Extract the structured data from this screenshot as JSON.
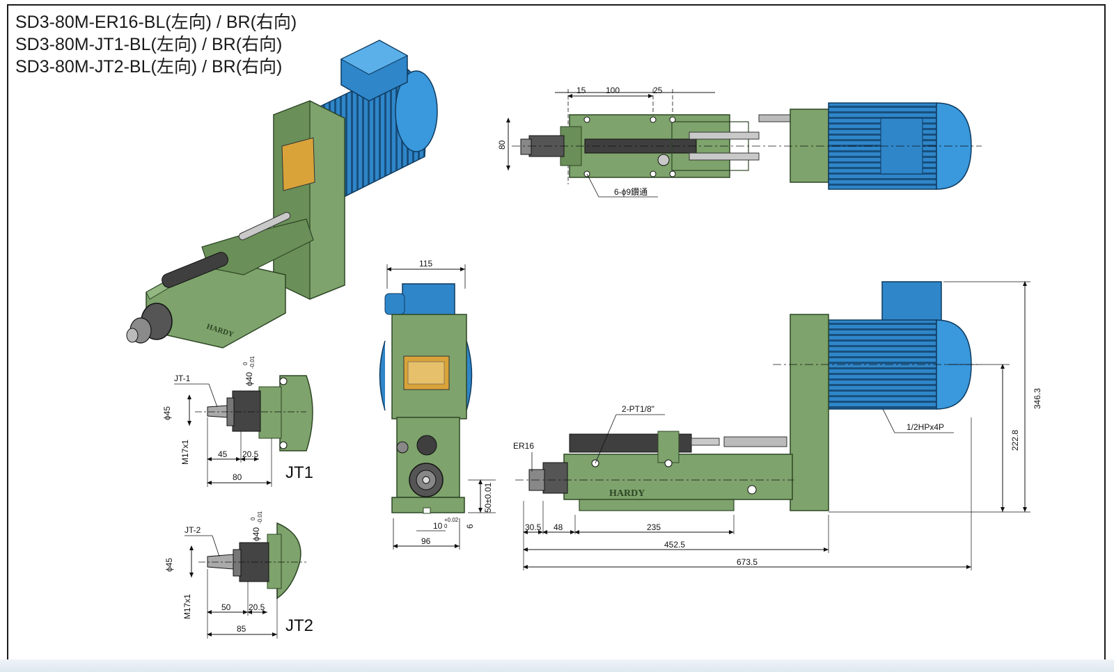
{
  "titles": [
    "SD3-80M-ER16-BL(左向) / BR(右向)",
    "SD3-80M-JT1-BL(左向) / BR(右向)",
    "SD3-80M-JT2-BL(左向) / BR(右向)"
  ],
  "brand": "HARDY",
  "top_view": {
    "dims": [
      "15",
      "100",
      "25",
      "80"
    ],
    "hole_note": "6-ϕ9鑽通"
  },
  "front_view": {
    "dims": [
      "115",
      "96",
      "10",
      "+0.02",
      "0",
      "6",
      "50±0.01"
    ]
  },
  "side_view": {
    "labels": [
      "2-PT1/8\"",
      "ER16",
      "1/2HPx4P"
    ],
    "dims": [
      "30.5",
      "48",
      "235",
      "452.5",
      "673.5",
      "222.8",
      "346.3"
    ]
  },
  "jt1": {
    "label": "JT1",
    "tag": "JT-1",
    "dims": [
      "ϕ45",
      "M17x1",
      "45",
      "20.5",
      "80"
    ],
    "bore": "ϕ40",
    "tol_upper": "0",
    "tol_lower": "-0.01"
  },
  "jt2": {
    "label": "JT2",
    "tag": "JT-2",
    "dims": [
      "ϕ45",
      "M17x1",
      "50",
      "20.5",
      "85"
    ],
    "bore": "ϕ40",
    "tol_upper": "0",
    "tol_lower": "-0.01"
  },
  "colors": {
    "body_green": "#7ea36c",
    "dark_green": "#4f7441",
    "motor_blue": "#2f86c9",
    "motor_dark": "#1a5c93",
    "steel": "#4a4a4a",
    "plate": "#d9a33a"
  }
}
